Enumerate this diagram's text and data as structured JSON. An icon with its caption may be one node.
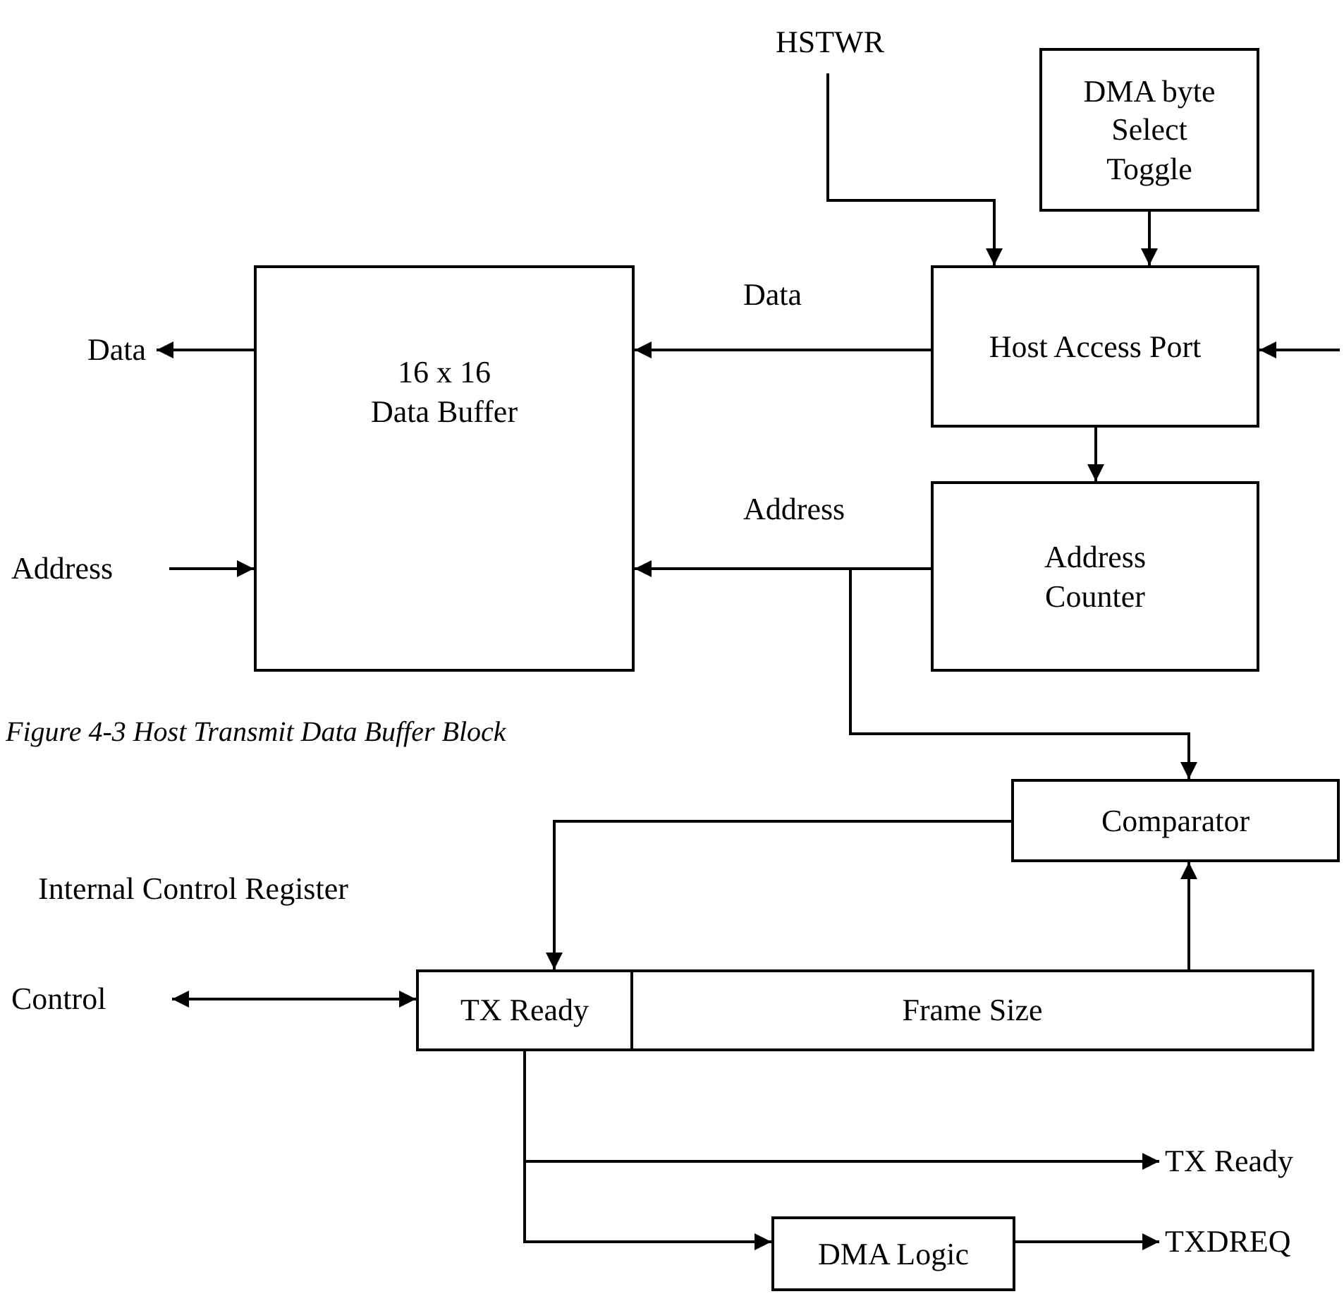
{
  "diagram": {
    "caption": "Figure 4-3 Host Transmit Data Buffer Block",
    "nodes": [
      {
        "text": [
          "HSTWR"
        ]
      },
      {
        "text": [
          "DMA byte Select Toggle"
        ]
      },
      {
        "text": [
          "Host Access Port"
        ]
      },
      {
        "text": [
          "16 x 16 Data Buffer"
        ]
      },
      {
        "text": [
          "Data"
        ]
      },
      {
        "text": [
          "Address"
        ]
      },
      {
        "text": [
          "Address Counter"
        ]
      },
      {
        "text": [
          "Comparator"
        ]
      },
      {
        "text": [
          "TX Ready"
        ]
      },
      {
        "text": [
          "Frame Size"
        ]
      },
      {
        "text": [
          "Control"
        ]
      },
      {
        "text": [
          "TX Ready"
        ]
      },
      {
        "text": [
          "DMA Logic"
        ]
      },
      {
        "text": [
          "TXDREQ"
        ]
      }
    ],
    "edges": [
      {
        "from": 0,
        "to": 2,
        "arrow": "to"
      },
      {
        "from": 1,
        "to": 2,
        "arrow": "to"
      },
      {
        "from": 2,
        "to": 3,
        "arrow": "to",
        "label": "Data"
      },
      {
        "from": null,
        "to": 2,
        "arrow": "to"
      },
      {
        "from": 3,
        "to": 4,
        "arrow": "to"
      },
      {
        "from": 5,
        "to": 3,
        "arrow": "to"
      },
      {
        "from": 2,
        "to": 6,
        "arrow": "to"
      },
      {
        "from": 6,
        "to": 3,
        "arrow": "to",
        "label": "Address"
      },
      {
        "from": 6,
        "to": 7,
        "arrow": "to"
      },
      {
        "from": 7,
        "to": 8,
        "arrow": "to"
      },
      {
        "from": 9,
        "to": 7,
        "arrow": "to"
      },
      {
        "from": 10,
        "to": 8,
        "arrow": "both"
      },
      {
        "from": 8,
        "to": 11,
        "arrow": "to"
      },
      {
        "from": 8,
        "to": 12,
        "arrow": "to"
      },
      {
        "from": 12,
        "to": 13,
        "arrow": "to"
      }
    ],
    "labels": [
      "Internal Control Register"
    ]
  }
}
